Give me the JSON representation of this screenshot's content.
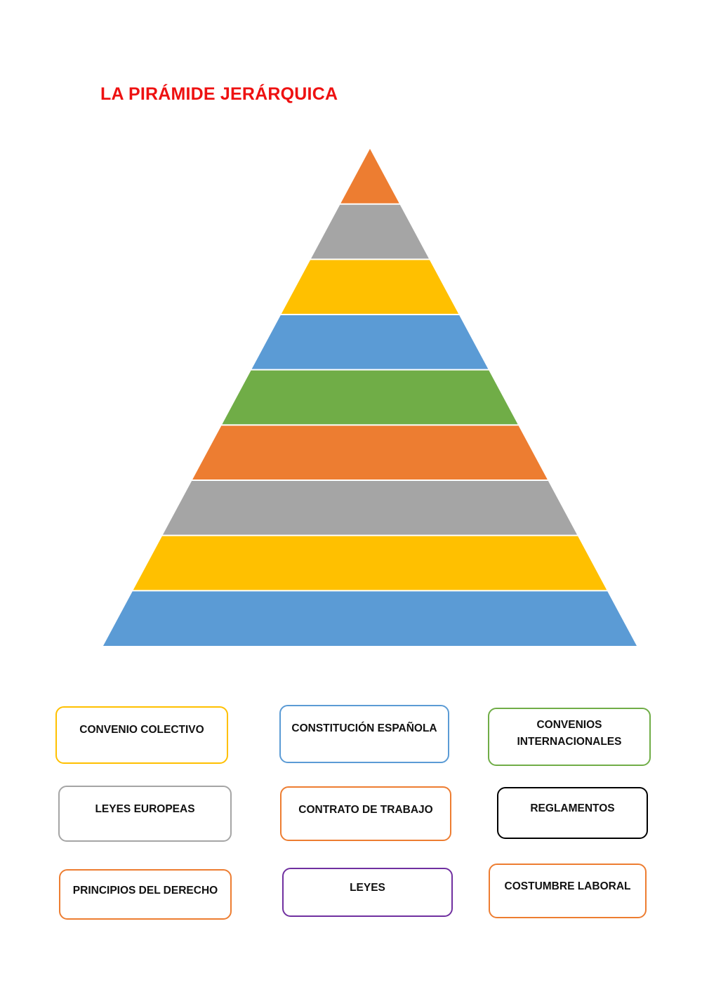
{
  "title": "LA PIRÁMIDE JERÁRQUICA",
  "pyramid": {
    "levels": [
      {
        "name": "level-1",
        "color": "#ED7D31"
      },
      {
        "name": "level-2",
        "color": "#A5A5A5"
      },
      {
        "name": "level-3",
        "color": "#FFC000"
      },
      {
        "name": "level-4",
        "color": "#5B9BD5"
      },
      {
        "name": "level-5",
        "color": "#70AD47"
      },
      {
        "name": "level-6",
        "color": "#ED7D31"
      },
      {
        "name": "level-7",
        "color": "#A5A5A5"
      },
      {
        "name": "level-8",
        "color": "#FFC000"
      },
      {
        "name": "level-9",
        "color": "#5B9BD5"
      }
    ]
  },
  "cards": [
    {
      "text": "CONVENIO COLECTIVO",
      "border_color": "#FFC000"
    },
    {
      "text": "CONSTITUCIÓN ESPAÑOLA",
      "border_color": "#5B9BD5"
    },
    {
      "text": "CONVENIOS INTERNACIONALES",
      "border_color": "#70AD47"
    },
    {
      "text": "LEYES EUROPEAS",
      "border_color": "#A5A5A5"
    },
    {
      "text": "CONTRATO DE TRABAJO",
      "border_color": "#ED7D31"
    },
    {
      "text": "REGLAMENTOS",
      "border_color": "#000000"
    },
    {
      "text": "PRINCIPIOS DEL DERECHO",
      "border_color": "#ED7D31"
    },
    {
      "text": "LEYES",
      "border_color": "#7030A0"
    },
    {
      "text": "COSTUMBRE LABORAL",
      "border_color": "#ED7D31"
    }
  ]
}
